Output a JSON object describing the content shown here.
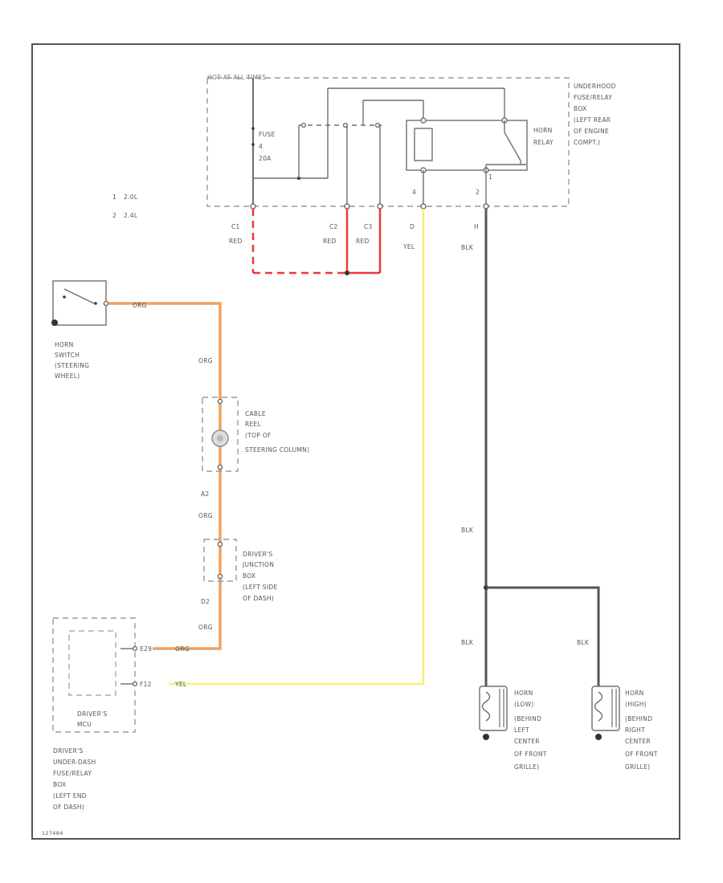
{
  "fuse_box": {
    "title": "HOT AT ALL TIMES",
    "fuse_label": "FUSE",
    "fuse_number": "4",
    "fuse_rating": "20A",
    "location": [
      "UNDERHOOD",
      "FUSE/RELAY",
      "BOX",
      "(LEFT REAR",
      "OF ENGINE",
      "COMPT.)"
    ],
    "relay_label": [
      "HORN",
      "RELAY"
    ],
    "pins": {
      "p1": "1",
      "p2": "2",
      "p4": "4"
    },
    "terminals": {
      "c1": "C1",
      "c2": "C2",
      "c3": "C3",
      "d": "D",
      "h": "H"
    }
  },
  "legend": [
    {
      "num": "1",
      "text": "2.0L"
    },
    {
      "num": "2",
      "text": "2.4L"
    }
  ],
  "wire_colors": {
    "red": "RED",
    "yel": "YEL",
    "blk": "BLK",
    "org": "ORG",
    "hex": {
      "red": "#ee3838",
      "org": "#f0a060",
      "yel": "#f2f272",
      "blk": "#555555"
    }
  },
  "horn_switch": {
    "label": [
      "HORN",
      "SWITCH",
      "(STEERING",
      "WHEEL)"
    ]
  },
  "cable_reel": {
    "label": [
      "CABLE",
      "REEL",
      "(TOP OF",
      "STEERING COLUMN)"
    ],
    "pin": "A2"
  },
  "drivers_jb": {
    "label": [
      "DRIVER'S",
      "JUNCTION",
      "BOX",
      "(LEFT SIDE",
      "OF DASH)"
    ],
    "pin": "D2"
  },
  "mcu_box": {
    "label": [
      "DRIVER'S",
      "MCU"
    ],
    "box_label": [
      "DRIVER'S",
      "UNDER-DASH",
      "FUSE/RELAY",
      "BOX",
      "(LEFT END",
      "OF DASH)"
    ],
    "pin_org": "E29",
    "pin_yel": "F12"
  },
  "horns": [
    {
      "label": [
        "HORN",
        "(LOW)",
        "(BEHIND",
        "LEFT",
        "CENTER",
        "OF FRONT",
        "GRILLE)"
      ]
    },
    {
      "label": [
        "HORN",
        "(HIGH)",
        "(BEHIND",
        "RIGHT",
        "CENTER",
        "OF FRONT",
        "GRILLE)"
      ]
    }
  ],
  "figure_id": "127484"
}
